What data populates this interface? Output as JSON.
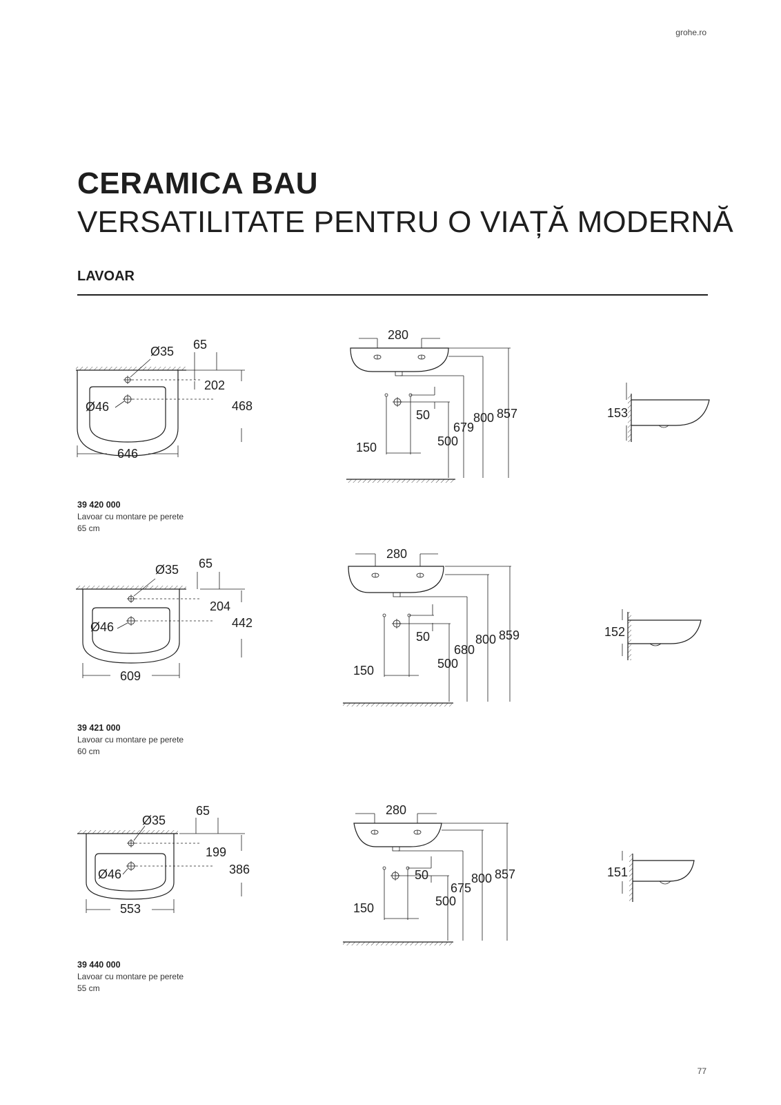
{
  "header": {
    "site": "grohe.ro"
  },
  "title": {
    "line1": "CERAMICA BAU",
    "line2": "VERSATILITATE PENTRU O VIAȚĂ MODERNĂ"
  },
  "section_title": "LAVOAR",
  "products": [
    {
      "code": "39 420 000",
      "description": "Lavoar cu montare pe perete",
      "size": "65 cm",
      "plan": {
        "hole": "Ø35",
        "offset": "65",
        "depth_to_hole": "202",
        "depth": "468",
        "width": "646",
        "drain": "Ø46"
      },
      "front": {
        "spacing": "280",
        "bolt": "50",
        "outlet": "150",
        "h1": "500",
        "h2": "679",
        "h3": "800",
        "h4": "857"
      },
      "side": {
        "thickness": "153"
      }
    },
    {
      "code": "39 421 000",
      "description": "Lavoar cu montare pe perete",
      "size": "60 cm",
      "plan": {
        "hole": "Ø35",
        "offset": "65",
        "depth_to_hole": "204",
        "depth": "442",
        "width": "609",
        "drain": "Ø46"
      },
      "front": {
        "spacing": "280",
        "bolt": "50",
        "outlet": "150",
        "h1": "500",
        "h2": "680",
        "h3": "800",
        "h4": "859"
      },
      "side": {
        "thickness": "152"
      }
    },
    {
      "code": "39 440 000",
      "description": "Lavoar cu montare pe perete",
      "size": "55 cm",
      "plan": {
        "hole": "Ø35",
        "offset": "65",
        "depth_to_hole": "199",
        "depth": "386",
        "width": "553",
        "drain": "Ø46"
      },
      "front": {
        "spacing": "280",
        "bolt": "50",
        "outlet": "150",
        "h1": "500",
        "h2": "675",
        "h3": "800",
        "h4": "857"
      },
      "side": {
        "thickness": "151"
      }
    }
  ],
  "footer": {
    "page_number": "77"
  }
}
